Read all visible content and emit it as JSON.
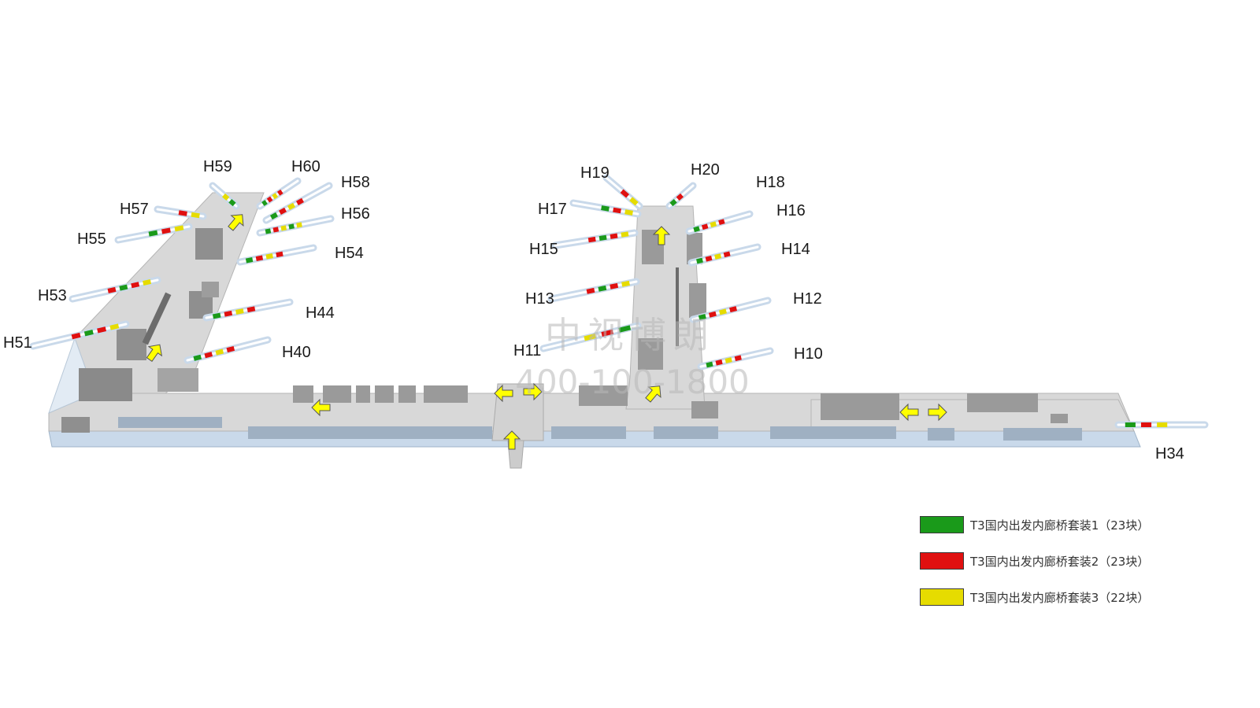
{
  "colors": {
    "suite1": "#1a9a1a",
    "suite2": "#e01010",
    "suite3": "#e6dc00",
    "arrow": "#ffff00",
    "floor": "#d8d8d8",
    "glass": "#c9d9ea",
    "block": "#8f8f8f"
  },
  "gates": [
    {
      "id": "H59",
      "label": "H59"
    },
    {
      "id": "H60",
      "label": "H60"
    },
    {
      "id": "H58",
      "label": "H58"
    },
    {
      "id": "H57",
      "label": "H57"
    },
    {
      "id": "H56",
      "label": "H56"
    },
    {
      "id": "H55",
      "label": "H55"
    },
    {
      "id": "H54",
      "label": "H54"
    },
    {
      "id": "H53",
      "label": "H53"
    },
    {
      "id": "H44",
      "label": "H44"
    },
    {
      "id": "H51",
      "label": "H51"
    },
    {
      "id": "H40",
      "label": "H40"
    },
    {
      "id": "H19",
      "label": "H19"
    },
    {
      "id": "H20",
      "label": "H20"
    },
    {
      "id": "H18",
      "label": "H18"
    },
    {
      "id": "H17",
      "label": "H17"
    },
    {
      "id": "H16",
      "label": "H16"
    },
    {
      "id": "H15",
      "label": "H15"
    },
    {
      "id": "H14",
      "label": "H14"
    },
    {
      "id": "H13",
      "label": "H13"
    },
    {
      "id": "H12",
      "label": "H12"
    },
    {
      "id": "H11",
      "label": "H11"
    },
    {
      "id": "H10",
      "label": "H10"
    },
    {
      "id": "H34",
      "label": "H34"
    }
  ],
  "watermark": {
    "line1": "中视博朗",
    "line2": "400-100-1800"
  },
  "legend": [
    {
      "color": "#1a9a1a",
      "label": "T3国内出发内廊桥套装1（23块）"
    },
    {
      "color": "#e01010",
      "label": "T3国内出发内廊桥套装2（23块）"
    },
    {
      "color": "#e6dc00",
      "label": "T3国内出发内廊桥套装3（22块）"
    }
  ]
}
